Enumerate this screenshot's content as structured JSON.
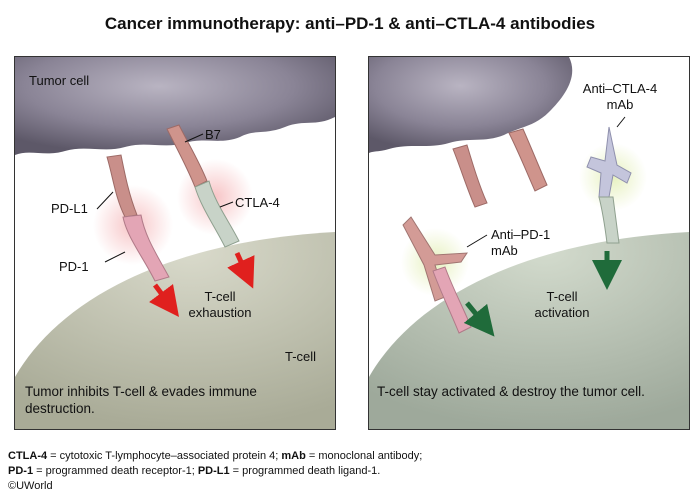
{
  "title": "Cancer immunotherapy: anti–PD-1 & anti–CTLA-4 antibodies",
  "left_panel": {
    "labels": {
      "tumor_cell": "Tumor cell",
      "b7": "B7",
      "pd_l1": "PD-L1",
      "ctla4": "CTLA-4",
      "pd1": "PD-1",
      "state_line1": "T-cell",
      "state_line2": "exhaustion",
      "t_cell": "T-cell"
    },
    "caption": "Tumor inhibits T-cell & evades immune destruction.",
    "arrow_color": "#e0201e"
  },
  "right_panel": {
    "labels": {
      "anti_ctla4_line1": "Anti–CTLA-4",
      "anti_ctla4_line2": "mAb",
      "anti_pd1_line1": "Anti–PD-1",
      "anti_pd1_line2": "mAb",
      "state_line1": "T-cell",
      "state_line2": "activation"
    },
    "caption": "T-cell stay activated & destroy the tumor cell.",
    "arrow_color": "#1f6b3a"
  },
  "footnotes": {
    "line1": [
      {
        "term": "CTLA-4",
        "def": " = cytotoxic T-lymphocyte–associated protein 4; "
      },
      {
        "term": "mAb",
        "def": " = monoclonal antibody;"
      }
    ],
    "line2": [
      {
        "term": "PD-1",
        "def": " = programmed death receptor-1; "
      },
      {
        "term": "PD-L1",
        "def": " = programmed death ligand-1."
      }
    ]
  },
  "brand": "©UWorld"
}
